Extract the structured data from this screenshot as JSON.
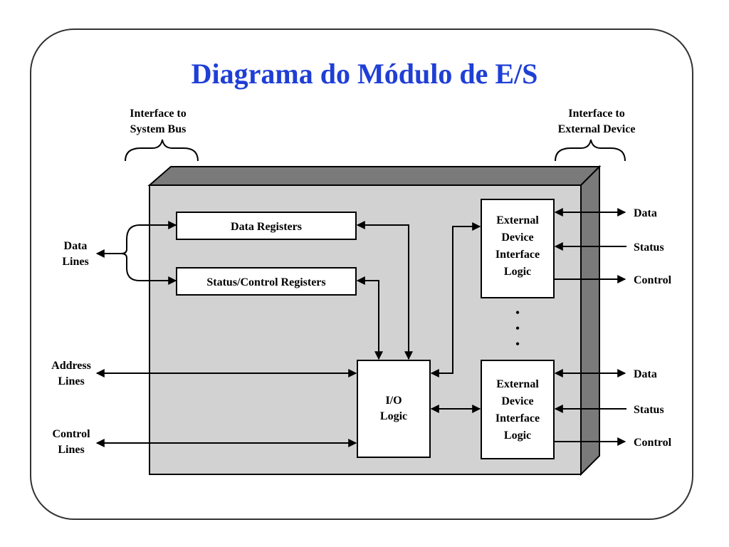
{
  "title": "Diagrama do Módulo de E/S",
  "diagram": {
    "interface_system_bus": [
      "Interface to",
      "System Bus"
    ],
    "interface_external_device": [
      "Interface to",
      "External Device"
    ],
    "data_registers": "Data Registers",
    "status_control_registers": "Status/Control Registers",
    "io_logic": [
      "I/O",
      "Logic"
    ],
    "ext_device_logic_top": [
      "External",
      "Device",
      "Interface",
      "Logic"
    ],
    "ext_device_logic_bottom": [
      "External",
      "Device",
      "Interface",
      "Logic"
    ],
    "left_labels": {
      "data_lines": [
        "Data",
        "Lines"
      ],
      "address_lines": [
        "Address",
        "Lines"
      ],
      "control_lines": [
        "Control",
        "Lines"
      ]
    },
    "right_labels_top": {
      "data": "Data",
      "status": "Status",
      "control": "Control"
    },
    "right_labels_bottom": {
      "data": "Data",
      "status": "Status",
      "control": "Control"
    },
    "ellipsis": [
      "•",
      "•",
      "•"
    ]
  }
}
